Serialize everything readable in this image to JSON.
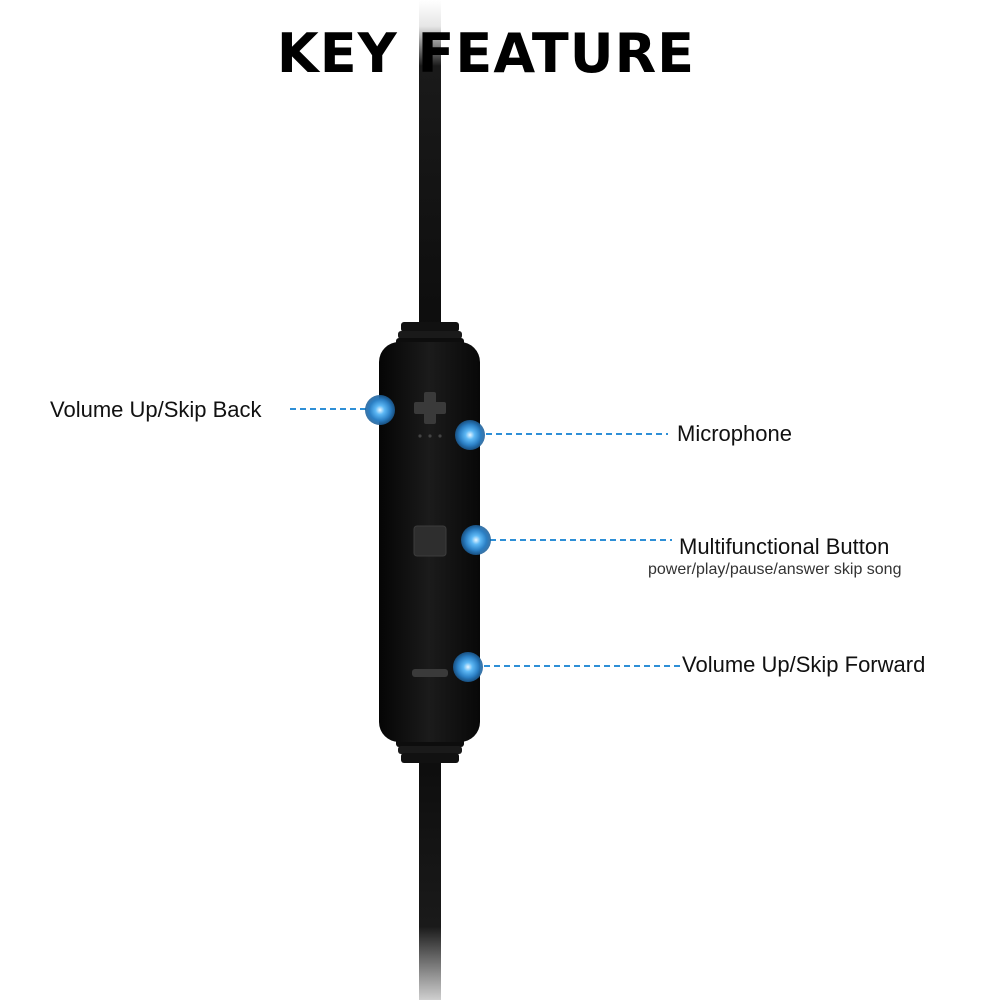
{
  "title": "KEY FEATURE",
  "colors": {
    "background": "#ffffff",
    "remote_body": "#121212",
    "cable": "#0d0d0d",
    "leader_line": "#2e8fd6",
    "highlight_dot": "#3aa0e8"
  },
  "callouts": {
    "volume_up": {
      "label": "Volume Up/Skip Back",
      "icon": "plus-button-icon"
    },
    "microphone": {
      "label": "Microphone",
      "icon": "microphone-hole-icon"
    },
    "multifunction": {
      "label": "Multifunctional Button",
      "sublabel": "power/play/pause/answer skip song",
      "icon": "square-button-icon"
    },
    "volume_down": {
      "label": "Volume Up/Skip Forward",
      "icon": "minus-button-icon"
    }
  }
}
